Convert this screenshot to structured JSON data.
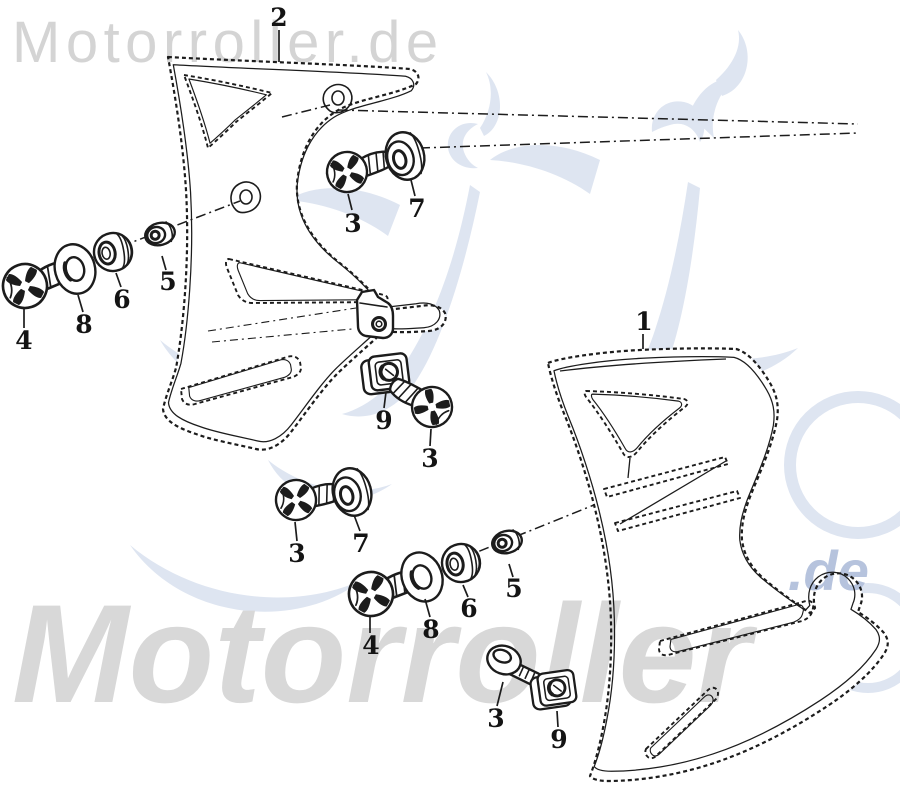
{
  "watermarks": {
    "header": "Motorroller.de",
    "big": "Motorroller",
    "suffix": ".de"
  },
  "colors": {
    "line": "#1c1c1c",
    "wm_header": "#d4d4d4",
    "wm_big": "#d8d8d8",
    "wm_blue": "#b6c3dd",
    "logo_blue": "#dee5f1"
  },
  "callouts": [
    {
      "id": "panel-right",
      "label": "1"
    },
    {
      "id": "panel-left",
      "label": "2"
    },
    {
      "id": "screw-top",
      "label": "3"
    },
    {
      "id": "grommet-top",
      "label": "7"
    },
    {
      "id": "screw-left",
      "label": "4"
    },
    {
      "id": "washer-left",
      "label": "8"
    },
    {
      "id": "grommet-left",
      "label": "6"
    },
    {
      "id": "nut-left",
      "label": "5"
    },
    {
      "id": "cage-nut-middle",
      "label": "9"
    },
    {
      "id": "screw-middle",
      "label": "3"
    },
    {
      "id": "screw-lower-left",
      "label": "3"
    },
    {
      "id": "grommet-lower",
      "label": "7"
    },
    {
      "id": "screw-lower",
      "label": "4"
    },
    {
      "id": "washer-lower",
      "label": "8"
    },
    {
      "id": "grommet-lower-2",
      "label": "6"
    },
    {
      "id": "nut-lower",
      "label": "5"
    },
    {
      "id": "flange-screw-bottom",
      "label": "3"
    },
    {
      "id": "cage-nut-bottom",
      "label": "9"
    }
  ]
}
